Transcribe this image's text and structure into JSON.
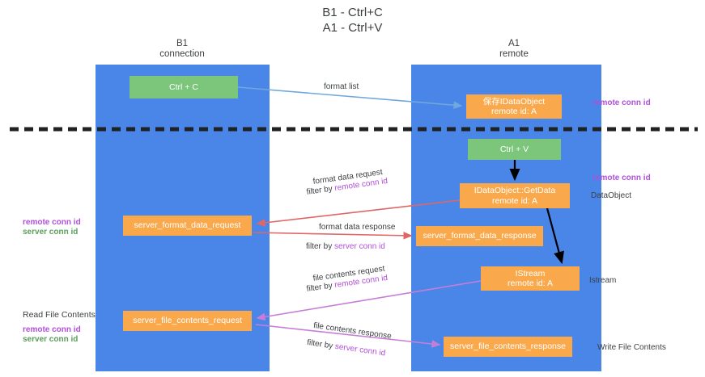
{
  "title": "B1 - Ctrl+C\nA1 - Ctrl+V",
  "columns": {
    "b1": "B1\nconnection",
    "a1": "A1\nremote"
  },
  "nodes": {
    "ctrl_c": "Ctrl + C",
    "save_dataobject": "保存IDataObject\nremote id: A",
    "ctrl_v": "Ctrl + V",
    "getdata": "IDataObject::GetData\nremote id: A",
    "server_format_data_request": "server_format_data_request",
    "server_format_data_response": "server_format_data_response",
    "istream": "IStream\nremote id: A",
    "server_file_contents_request": "server_file_contents_request",
    "server_file_contents_response": "server_file_contents_response"
  },
  "edge_labels": {
    "format_list": "format list",
    "format_data_request": "format data request",
    "filter_by": "filter by ",
    "remote_conn_id": "remote conn id",
    "server_conn_id": "server conn id",
    "format_data_response": "format data response",
    "file_contents_request": "file contents request",
    "file_contents_response": "file contents response"
  },
  "side_labels": {
    "remote_conn_id": "remote conn id",
    "server_conn_id": "server conn id",
    "dataobject": "DataObject",
    "istream": "Istream",
    "read_file_contents": "Read File Contents",
    "write_file_contents": "Write File Contents"
  },
  "colors": {
    "lane": "#4a86e8",
    "green_node": "#7bc67b",
    "orange_node": "#f9a94c",
    "purple_text": "#b14fd8",
    "green_text": "#5a9e5a",
    "blue_arrow": "#6fa8dc",
    "red_arrow": "#e06666",
    "black_arrow": "#000000",
    "magenta_arrow": "#c77dd8",
    "divider": "#202124"
  }
}
